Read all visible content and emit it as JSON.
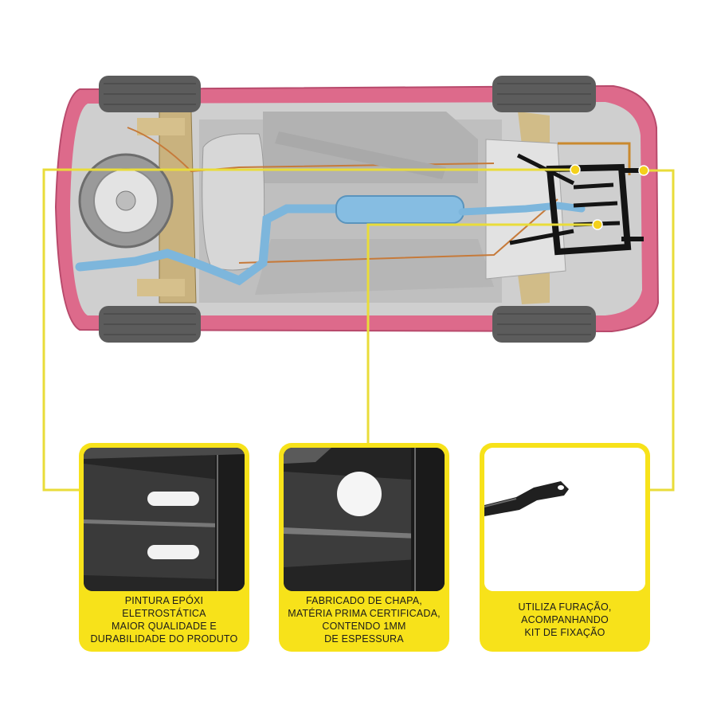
{
  "colors": {
    "accent_yellow": "#f7e21a",
    "callout_line": "#e9dc3a",
    "car_body_pink": "#d9597d",
    "exhaust_blue": "#7db6dc",
    "frame_black": "#141414"
  },
  "illustration": {
    "subject": "car-underbody-with-engine-protection-bracket",
    "icons": [
      "spare-tire-icon",
      "exhaust-muffler-icon",
      "protector-bracket-icon"
    ]
  },
  "features": [
    {
      "id": "paint",
      "photo": "bracket-slots-photo",
      "caption_lines": [
        "PINTURA EPÓXI",
        "ELETROSTÁTICA",
        "MAIOR QUALIDADE E",
        "DURABILIDADE DO PRODUTO"
      ]
    },
    {
      "id": "material",
      "photo": "sheet-metal-hole-photo",
      "caption_lines": [
        "FABRICADO DE CHAPA,",
        "MATÉRIA PRIMA CERTIFICADA,",
        "CONTENDO 1MM",
        "DE ESPESSURA"
      ]
    },
    {
      "id": "mounting",
      "photo": "mounting-arm-photo",
      "caption_lines": [
        "UTILIZA FURAÇÃO,",
        "ACOMPANHANDO",
        "KIT DE FIXAÇÃO"
      ]
    }
  ]
}
